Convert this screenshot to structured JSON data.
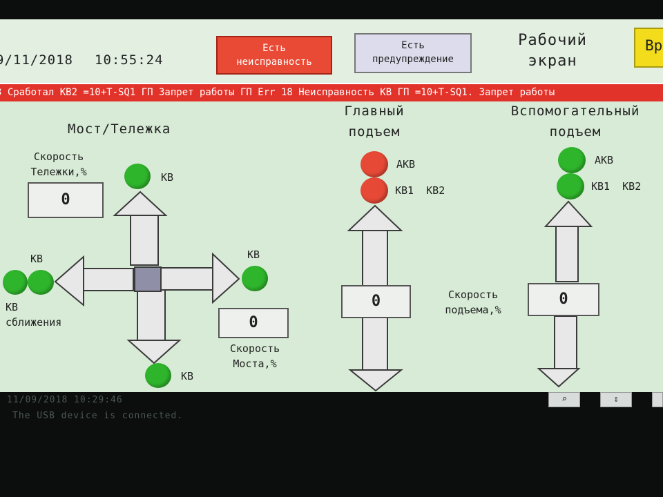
{
  "header": {
    "date": "9/11/2018",
    "time": "10:55:24",
    "fault_button": [
      "Есть",
      "неисправность"
    ],
    "warning_button": [
      "Есть",
      "предупреждение"
    ],
    "screen_title": [
      "Рабочий",
      "экран"
    ],
    "right_button": "Вр"
  },
  "ticker": "3 Сработал КВ2 =10+Т-SQ1 ГП Запрет работы ГП  Err 18 Неисправность КВ ГП =10+T-SQ1. Запрет работы",
  "bridge": {
    "title": "Мост/Тележка",
    "trolley_speed_label": [
      "Скорость",
      "Тележки,%"
    ],
    "trolley_speed_value": "0",
    "bridge_speed_label": [
      "Скорость",
      "Моста,%"
    ],
    "bridge_speed_value": "0",
    "limit_up": "КВ",
    "limit_down": "КВ",
    "limit_right": "КВ",
    "limit_left": "КВ",
    "approach_label": [
      "КВ",
      "сближения"
    ]
  },
  "main_hoist": {
    "title": [
      "Главный",
      "подъем"
    ],
    "akb_label": "АКВ",
    "kb_label": "КВ1  КВ2",
    "speed_value": "0",
    "akb_state": "red",
    "kb_state": "red"
  },
  "hoist_speed_label": [
    "Скорость",
    "подъема,%"
  ],
  "aux_hoist": {
    "title": [
      "Вспомогательный",
      "подъем"
    ],
    "akb_label": "АКВ",
    "kb_label": "КВ1  КВ2",
    "speed_value": "0",
    "akb_state": "green",
    "kb_state": "green"
  },
  "messages": {
    "timestamp": "11/09/2018 10:29:46",
    "text": "The USB device is connected."
  },
  "colors": {
    "screen_bg": "#d7ebd6",
    "lamp_green": "#2fb52c",
    "lamp_red": "#e64a36",
    "ticker_bg": "#e2332b",
    "fault_bg": "#e94a35",
    "warning_bg": "#dcdcec",
    "arrow_fill": "#e8e8e8",
    "center_block": "#8f8fa8"
  },
  "icons": {
    "toolbar_left": "zoom-icon",
    "toolbar_mid": "scroll-icon",
    "toolbar_right": "menu-icon"
  }
}
